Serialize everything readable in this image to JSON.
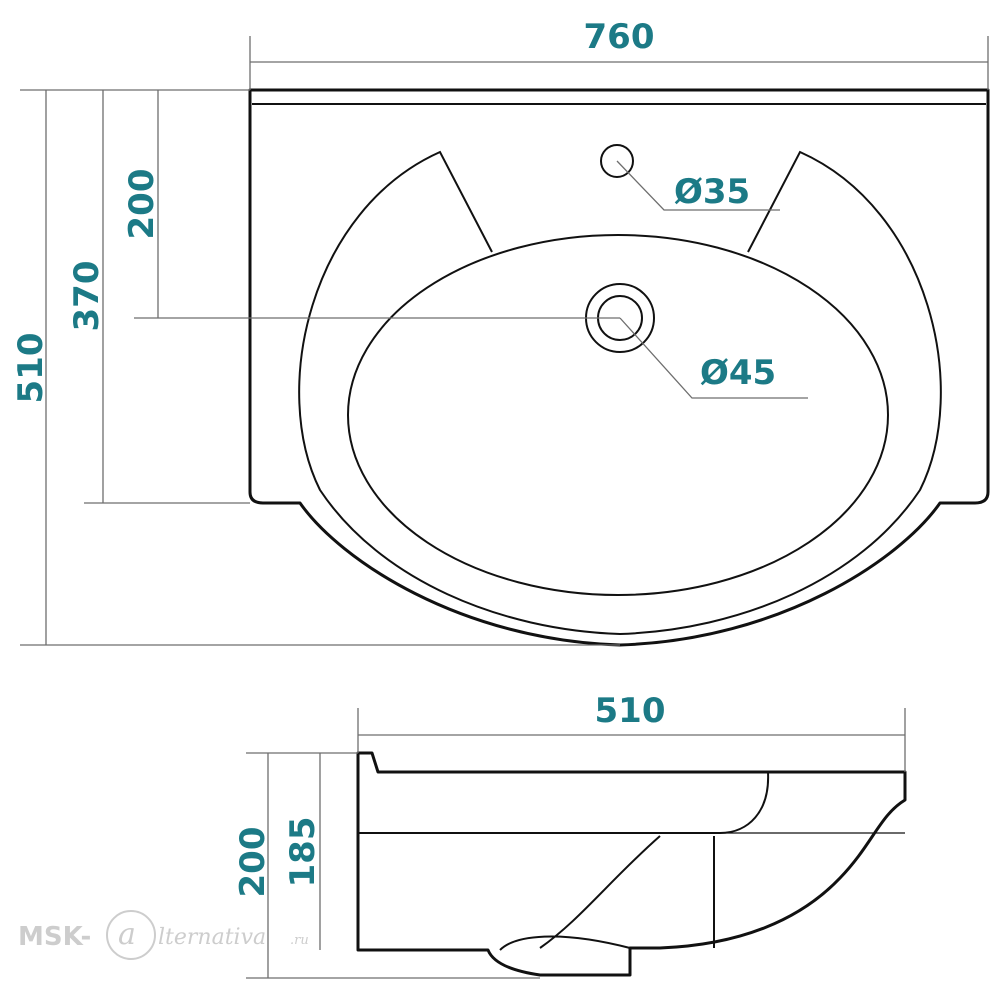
{
  "colors": {
    "dimension_text": "#1c7a86",
    "outline": "#111111",
    "dimension_line": "#6e6e6e",
    "watermark": "#c8c8c8"
  },
  "top_view": {
    "width_label": "760",
    "depth_total_label": "510",
    "depth_mid_label": "370",
    "depth_drain_label": "200",
    "faucet_hole_label": "Ø35",
    "drain_hole_label": "Ø45"
  },
  "side_view": {
    "depth_label": "510",
    "height_total_label": "200",
    "height_bowl_label": "185"
  },
  "watermark": {
    "prefix": "MSK-",
    "logo_letter": "a",
    "suffix": "lternativa",
    "domain": ".ru"
  }
}
